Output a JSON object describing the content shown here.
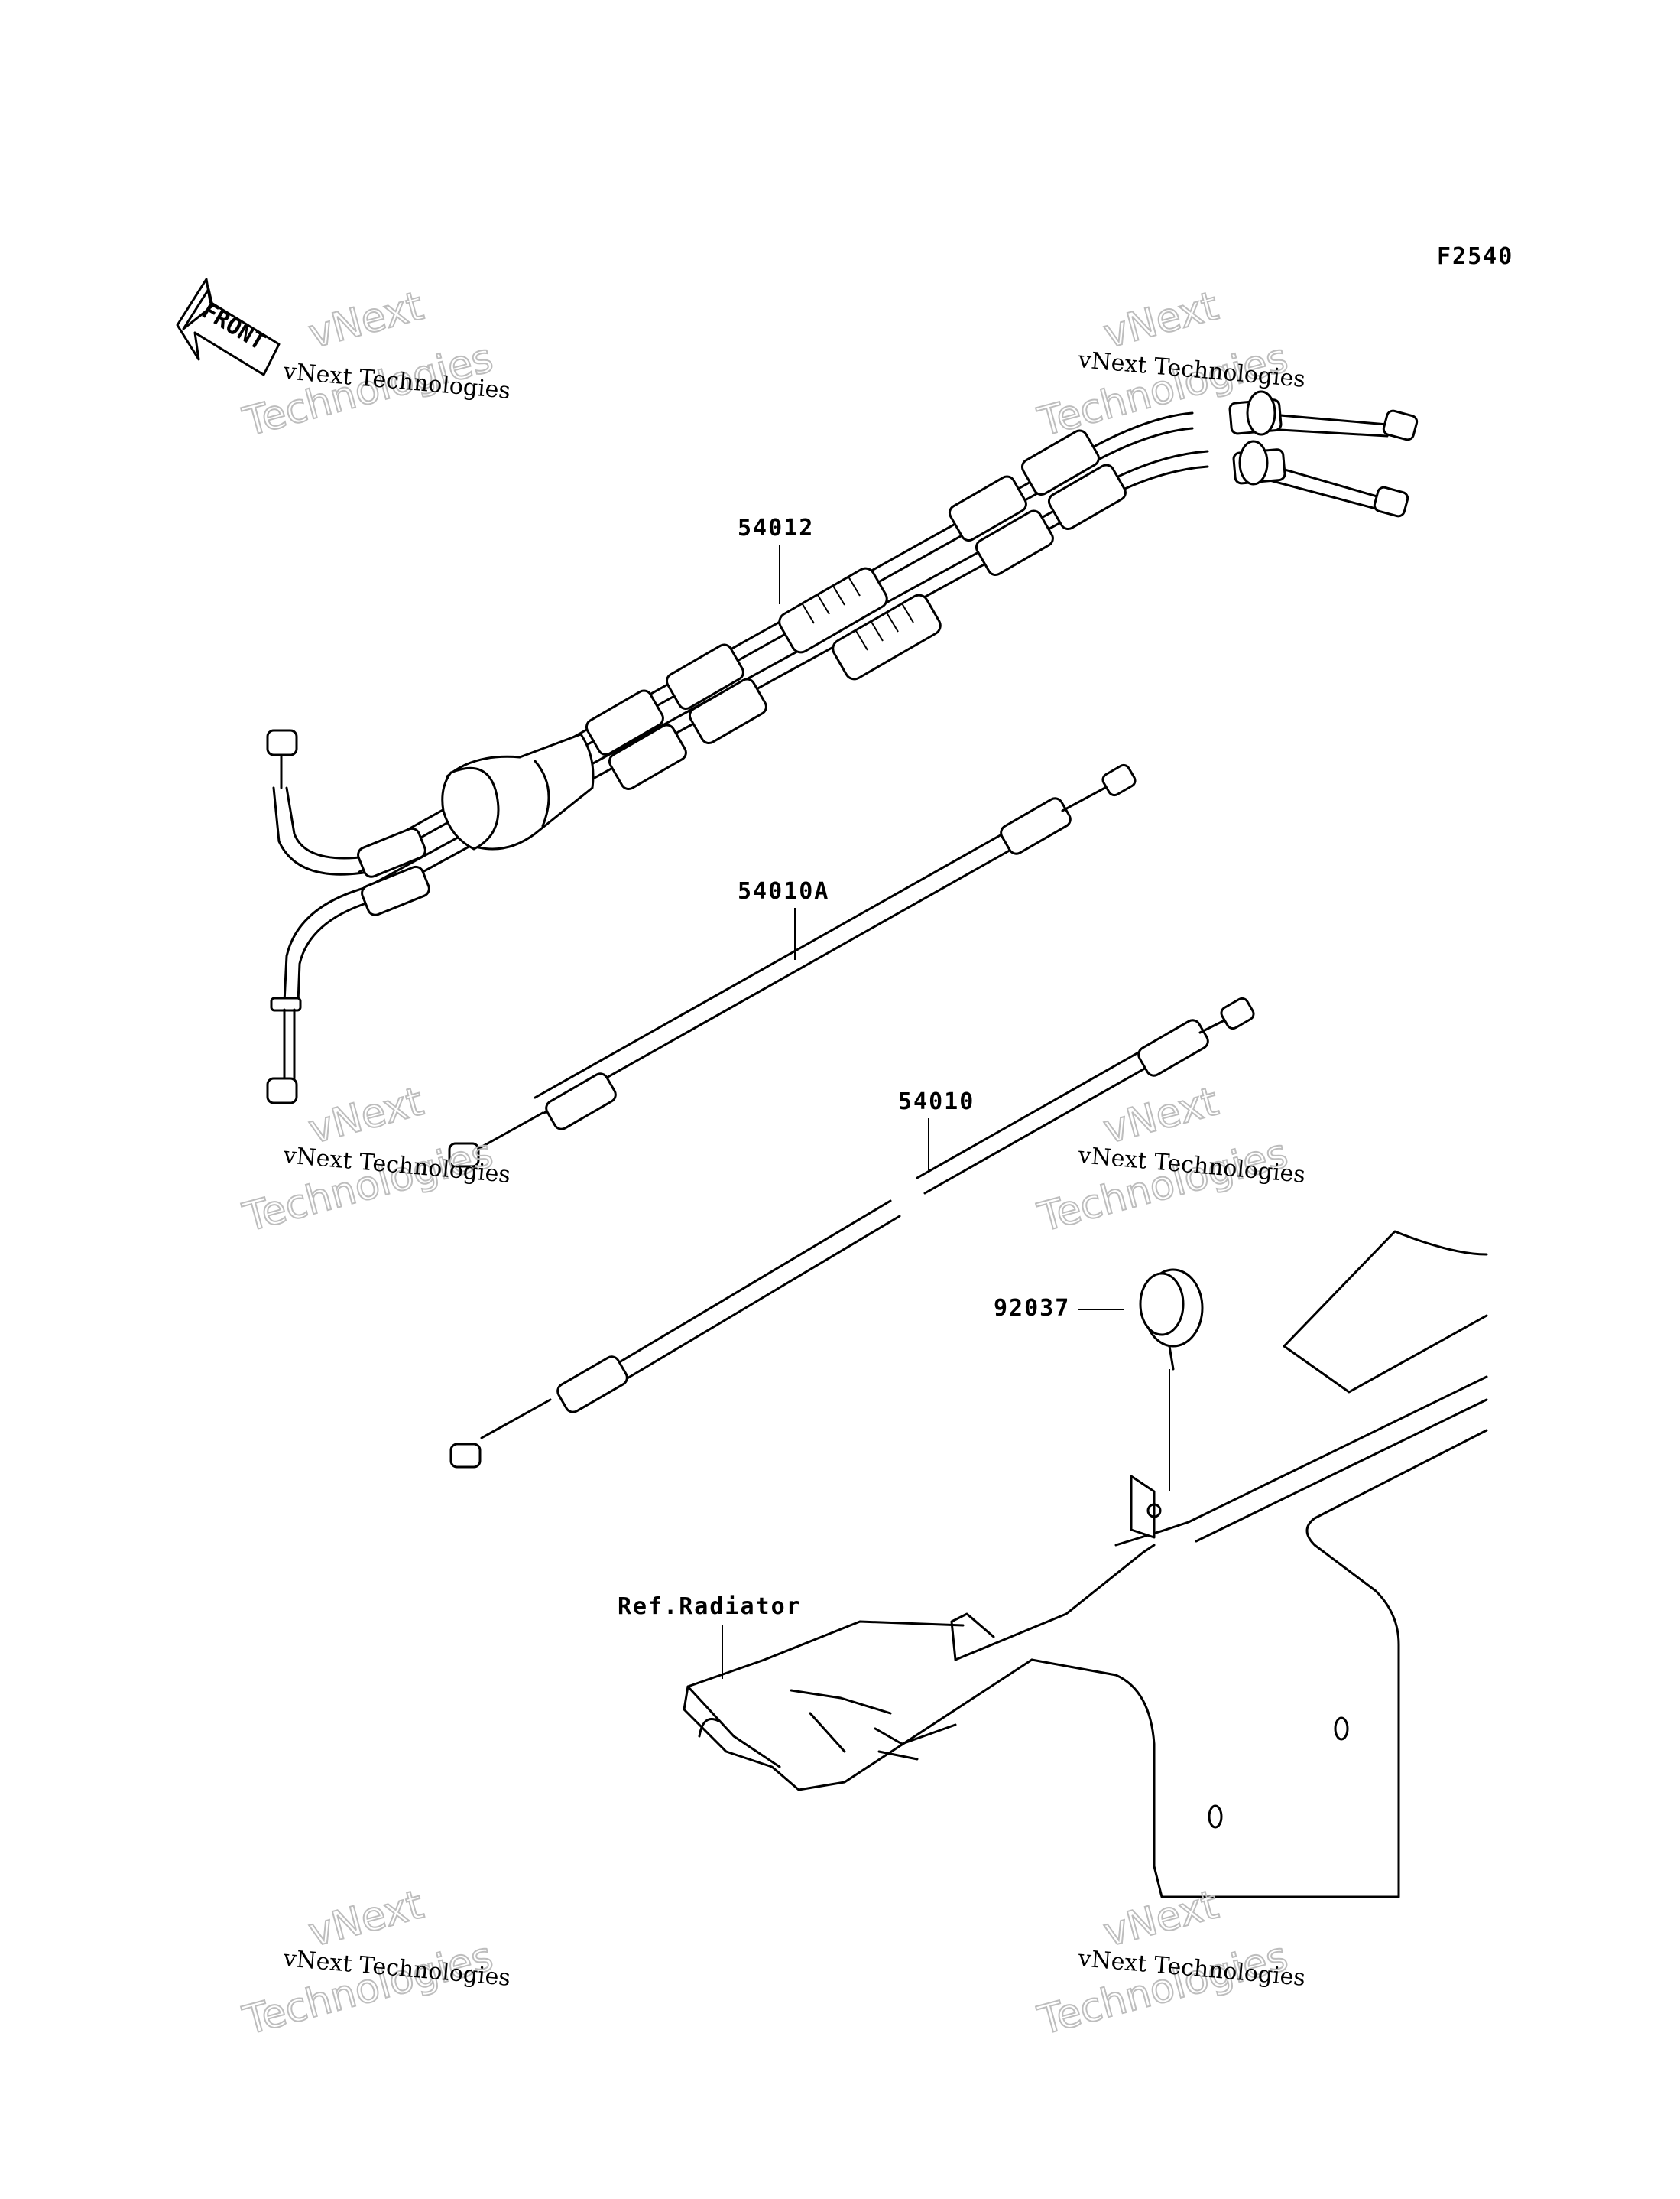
{
  "figure_code": "F2540",
  "front_label": "FRONT",
  "parts": {
    "throttle_cables": "54012",
    "cable_a": "54010A",
    "cable_b": "54010",
    "clamp": "92037",
    "reference": "Ref.Radiator"
  },
  "watermark": {
    "line1": "vNext Technologies",
    "big_word1": "vNext",
    "big_word2": "Technologies"
  }
}
